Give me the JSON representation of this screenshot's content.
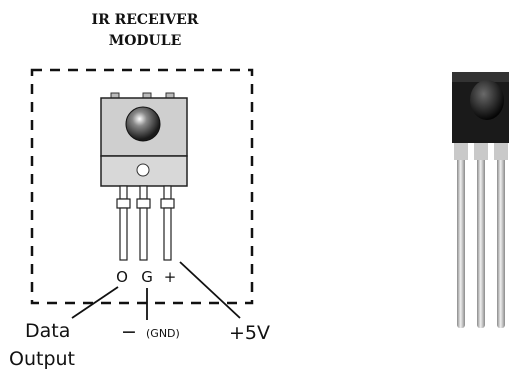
{
  "title_line1": "IR RECEIVER",
  "title_line2": "MODULE",
  "pins": {
    "output": "O",
    "ground": "G",
    "power": "+"
  },
  "labels": {
    "data": "Data",
    "output": "Output",
    "minus_sign": "−",
    "gnd": "(GND)",
    "plus_5v": "+5V"
  },
  "colors": {
    "module_body": "#cfcfcf",
    "component_black": "#1a1a1a",
    "lead_silver": "#b8b8b8"
  }
}
